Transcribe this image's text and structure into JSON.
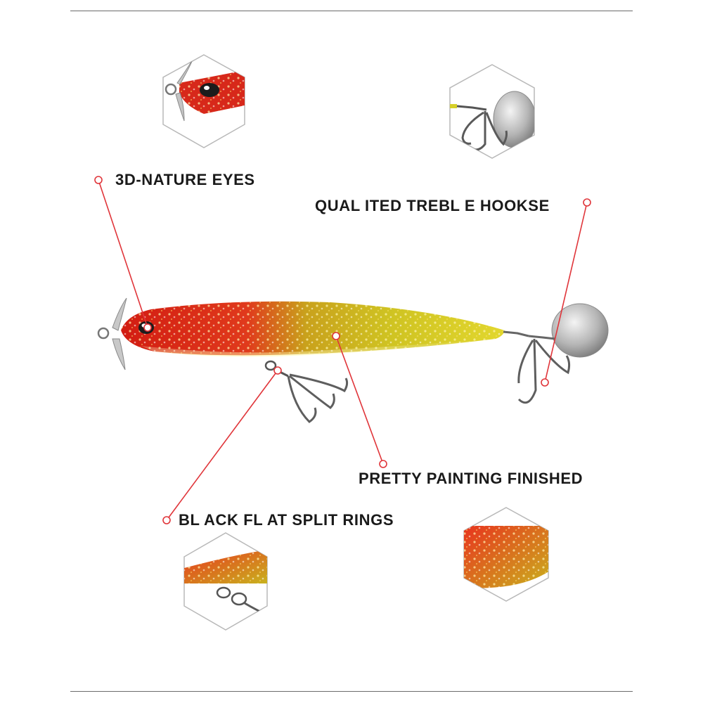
{
  "labels": {
    "eyes": "3D-NATURE EYES",
    "hooks": "QUAL ITED TREBL E HOOKSE",
    "painting": "PRETTY PAINTING FINISHED",
    "split_rings": "BL ACK FL AT SPLIT RINGS"
  },
  "colors": {
    "callout_line": "#e0353a",
    "body_red": "#e32a1c",
    "body_yellow": "#c9c21a",
    "hex_border": "#b8b8b8"
  },
  "icons": [
    "propeller-icon",
    "treble-hook-icon",
    "spinner-blade-icon",
    "split-ring-icon"
  ]
}
